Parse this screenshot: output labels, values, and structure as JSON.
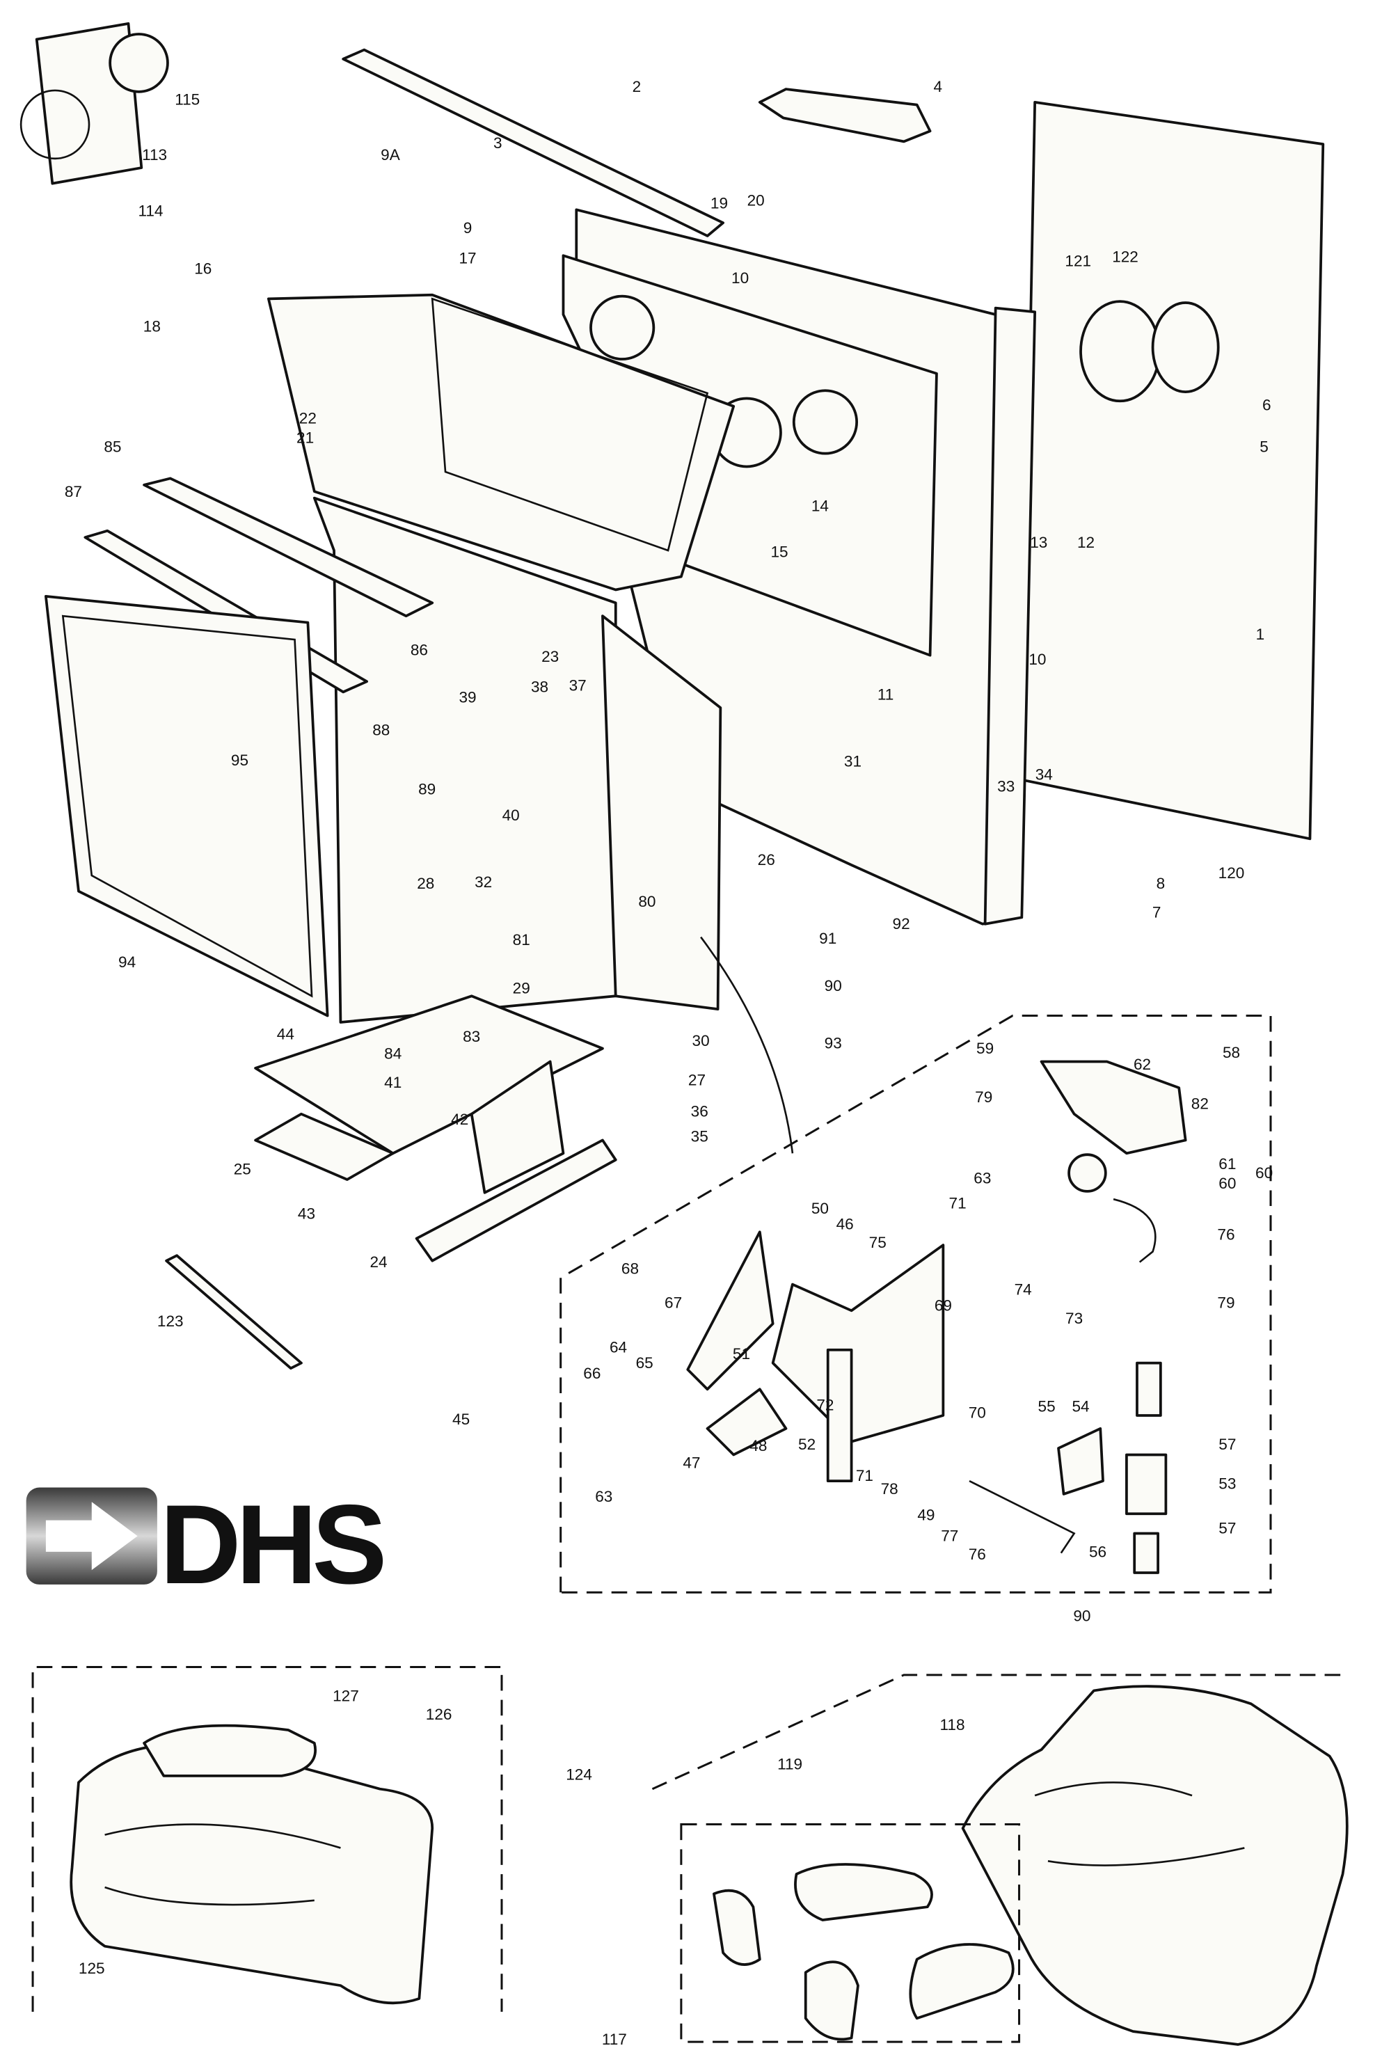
{
  "logo": {
    "text": "DHS",
    "colors": {
      "dark": "#1a1a1a",
      "arrow_gradient_light": "#d8d8d8",
      "arrow_gradient_dark": "#3a3a3a"
    }
  },
  "part_labels": [
    "115",
    "113",
    "114",
    "9A",
    "2",
    "4",
    "3",
    "19",
    "20",
    "9",
    "17",
    "10",
    "16",
    "18",
    "121",
    "122",
    "6",
    "5",
    "85",
    "21",
    "22",
    "14",
    "15",
    "87",
    "13",
    "12",
    "1",
    "23",
    "86",
    "10",
    "11",
    "38",
    "37",
    "39",
    "88",
    "95",
    "31",
    "33",
    "34",
    "89",
    "40",
    "120",
    "26",
    "8",
    "28",
    "32",
    "80",
    "7",
    "92",
    "91",
    "94",
    "81",
    "90",
    "29",
    "59",
    "58",
    "93",
    "30",
    "62",
    "44",
    "41",
    "84",
    "83",
    "79",
    "82",
    "27",
    "36",
    "42",
    "35",
    "63",
    "61",
    "60",
    "60",
    "25",
    "43",
    "50",
    "46",
    "71",
    "75",
    "76",
    "24",
    "68",
    "73",
    "79",
    "67",
    "69",
    "74",
    "123",
    "65",
    "64",
    "51",
    "66",
    "45",
    "72",
    "70",
    "55",
    "54",
    "47",
    "48",
    "52",
    "63",
    "57",
    "71",
    "78",
    "53",
    "49",
    "77",
    "76",
    "56",
    "57",
    "90",
    "127",
    "126",
    "124",
    "118",
    "119",
    "125",
    "117"
  ]
}
